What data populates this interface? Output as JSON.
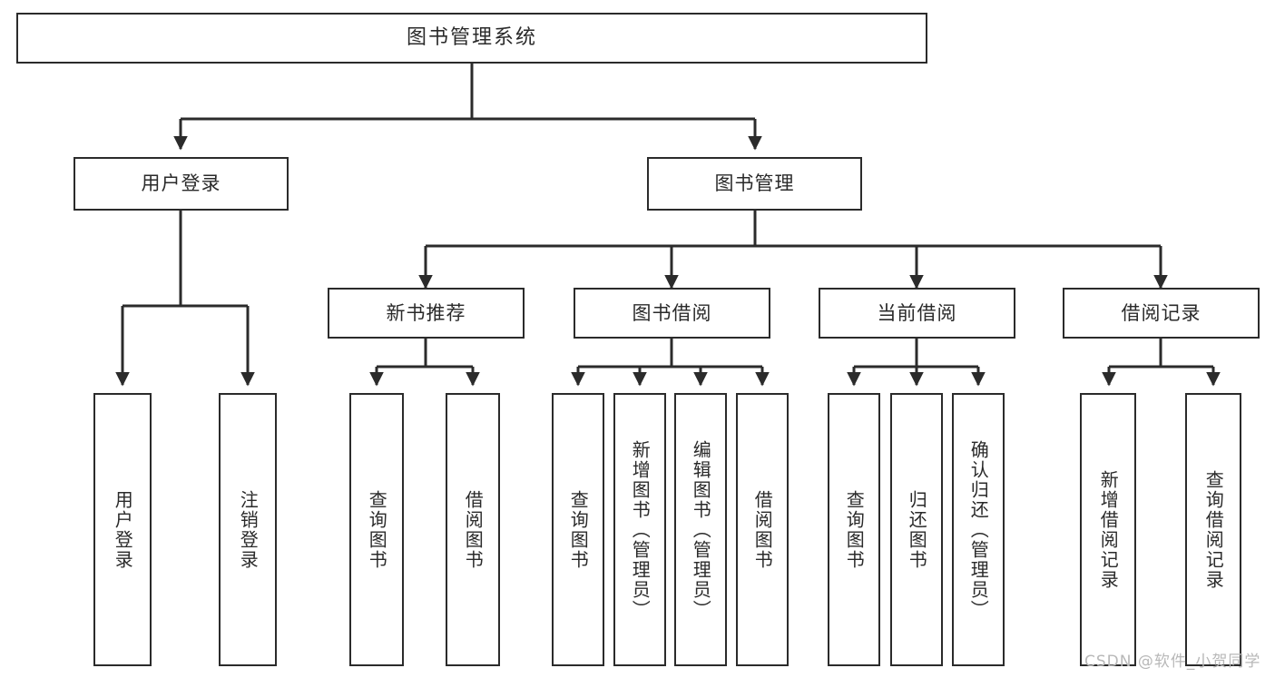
{
  "diagram": {
    "type": "tree",
    "title": "图书管理系统",
    "orientation": "top-down",
    "background_color": "#ffffff",
    "box_border_color": "#2b2b2b",
    "edge_color": "#2b2b2b",
    "text_color": "#2a2a2a"
  },
  "root": {
    "label": "图书管理系统"
  },
  "level2": {
    "user_login": {
      "label": "用户登录"
    },
    "book_manage": {
      "label": "图书管理"
    }
  },
  "level3": {
    "new_book_rec": {
      "label": "新书推荐"
    },
    "book_borrow": {
      "label": "图书借阅"
    },
    "current_borrow": {
      "label": "当前借阅"
    },
    "borrow_record": {
      "label": "借阅记录"
    }
  },
  "leaves": {
    "user_login": [
      {
        "label": "用户登录"
      },
      {
        "label": "注销登录"
      }
    ],
    "new_book_rec": [
      {
        "label": "查询图书"
      },
      {
        "label": "借阅图书"
      }
    ],
    "book_borrow": [
      {
        "label": "查询图书"
      },
      {
        "label": "新增图书（管理员）"
      },
      {
        "label": "编辑图书（管理员）"
      },
      {
        "label": "借阅图书"
      }
    ],
    "current_borrow": [
      {
        "label": "查询图书"
      },
      {
        "label": "归还图书"
      },
      {
        "label": "确认归还（管理员）"
      }
    ],
    "borrow_record": [
      {
        "label": "新增借阅记录"
      },
      {
        "label": "查询借阅记录"
      }
    ]
  },
  "watermark": {
    "text": "CSDN @软件_小贺同学"
  }
}
